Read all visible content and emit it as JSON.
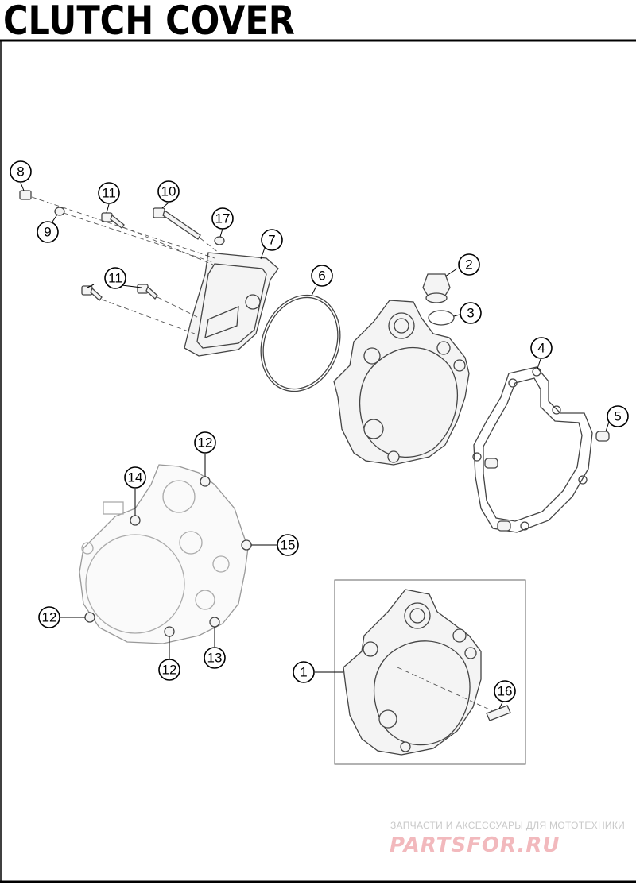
{
  "title": "CLUTCH COVER",
  "callouts": [
    "1",
    "2",
    "3",
    "4",
    "5",
    "6",
    "7",
    "8",
    "9",
    "10",
    "11",
    "11",
    "12",
    "12",
    "12",
    "13",
    "14",
    "15",
    "16",
    "17"
  ],
  "watermark": {
    "line1": "ЗАПЧАСТИ И АКСЕССУАРЫ ДЛЯ МОТОТЕХНИКИ",
    "logo": "PARTSFOR.RU"
  }
}
